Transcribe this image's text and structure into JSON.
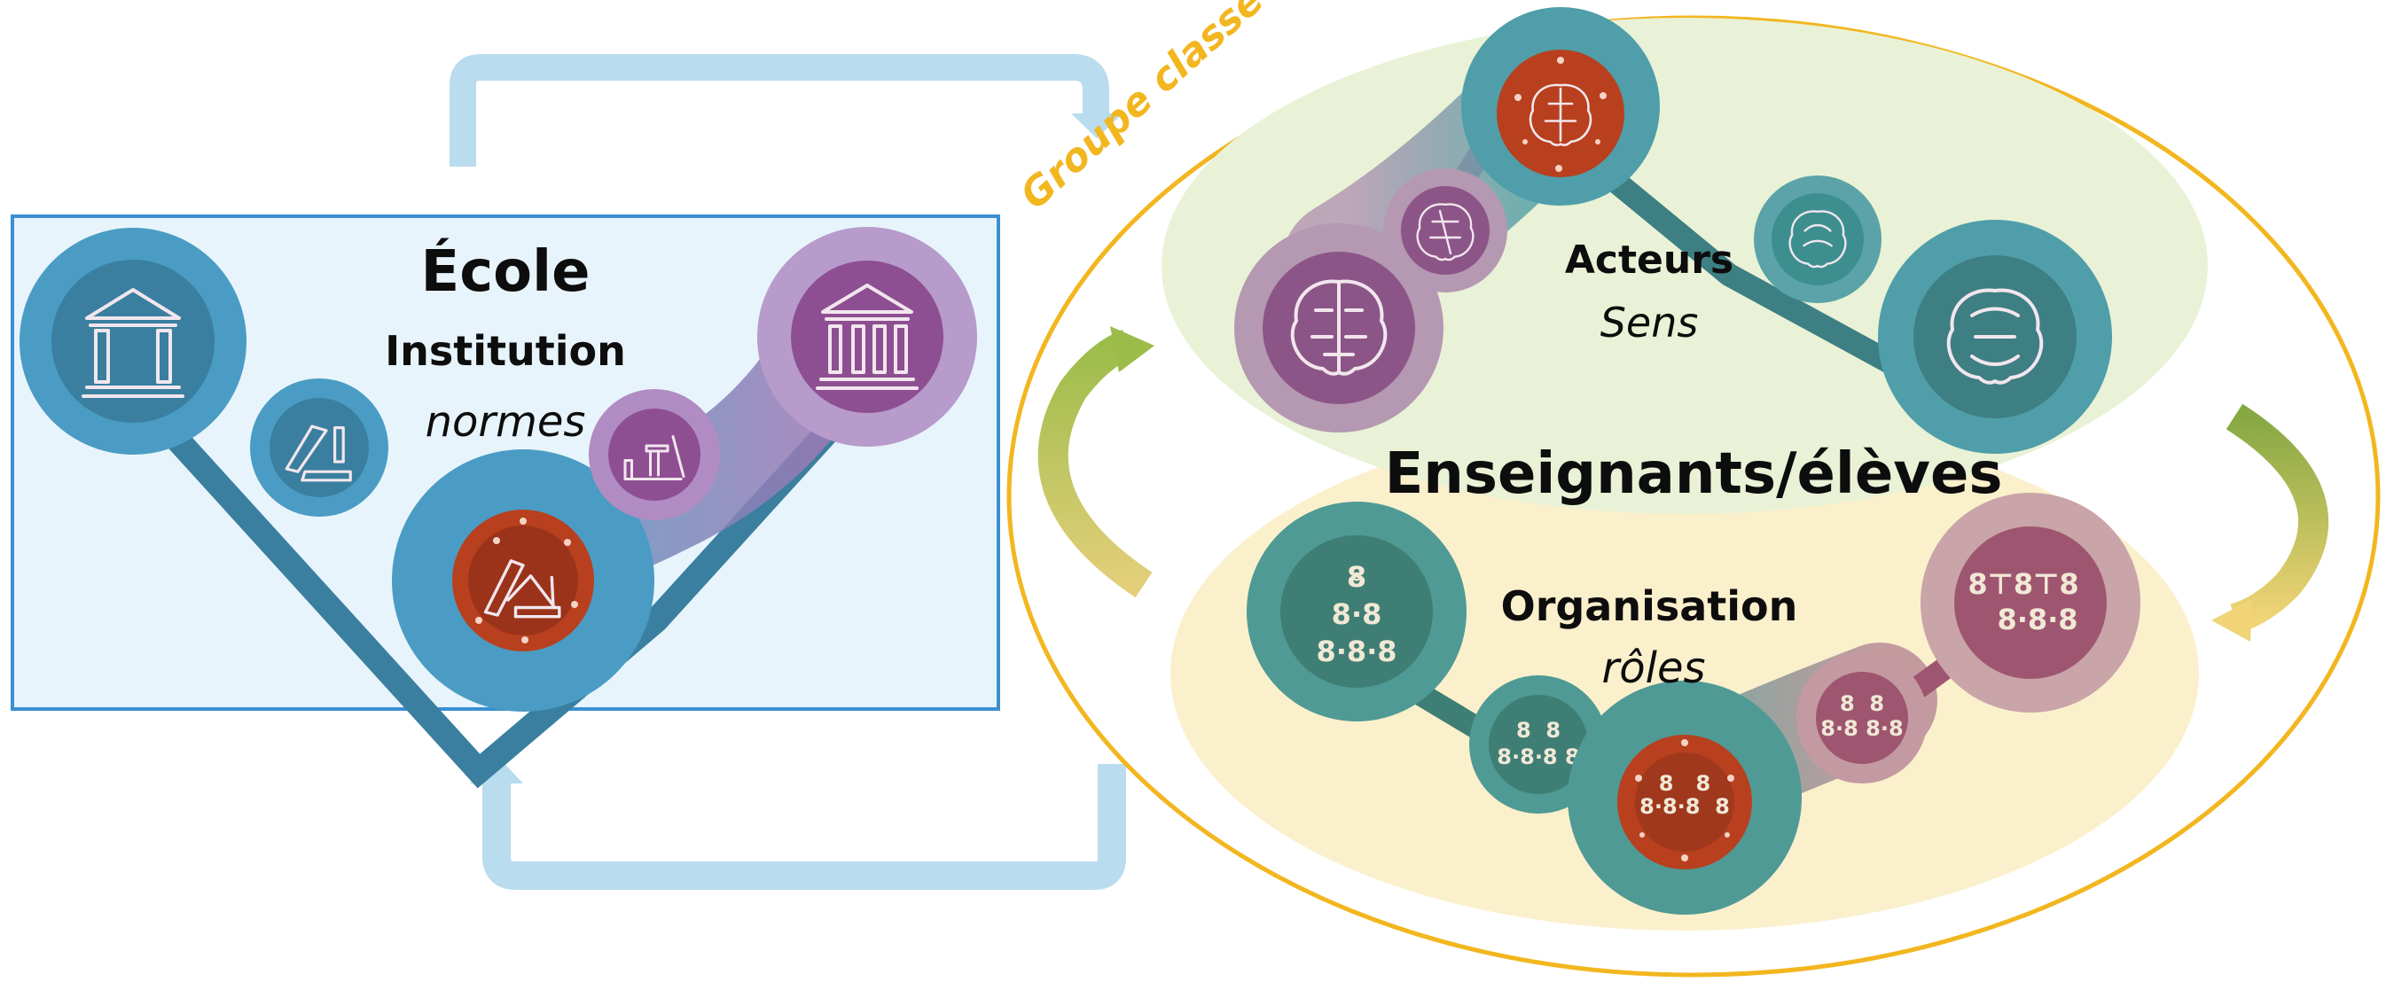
{
  "school": {
    "title": "École",
    "subtitle": "Institution",
    "keyword": "normes",
    "icons": [
      "institution-building-icon",
      "collapsed-building-icon",
      "collapsed-building-icon",
      "building-under-construction-icon",
      "institution-building-icon"
    ]
  },
  "class_group": {
    "label": "Groupe classe",
    "center_title": "Enseignants/élèves",
    "actors": {
      "title": "Acteurs",
      "keyword": "Sens",
      "icons": [
        "brain-icon",
        "brain-icon",
        "brain-icon",
        "brain-icon",
        "brain-icon"
      ]
    },
    "organisation": {
      "title": "Organisation",
      "keyword": "rôles",
      "icons": [
        "hierarchy-people-icon",
        "people-group-icon",
        "people-group-icon",
        "people-group-icon",
        "hierarchy-people-icon"
      ]
    }
  },
  "colors": {
    "school_box_fill": "#e8f4fb",
    "school_box_border": "#3b8fd0",
    "flow_arrow": "#b9dcee",
    "group_ellipse": "#f2b61f",
    "actors_zone": "#e9f2d6",
    "organisation_zone": "#fbf0cc",
    "cycle_arrow_green": "#9cbc4a",
    "cycle_arrow_yellow": "#e6cf74",
    "node_blue": "#4a9cc4",
    "node_purple": "#8e4f92",
    "node_red": "#b8401e",
    "node_teal": "#3d8f8f",
    "node_mauve": "#9e5670"
  }
}
